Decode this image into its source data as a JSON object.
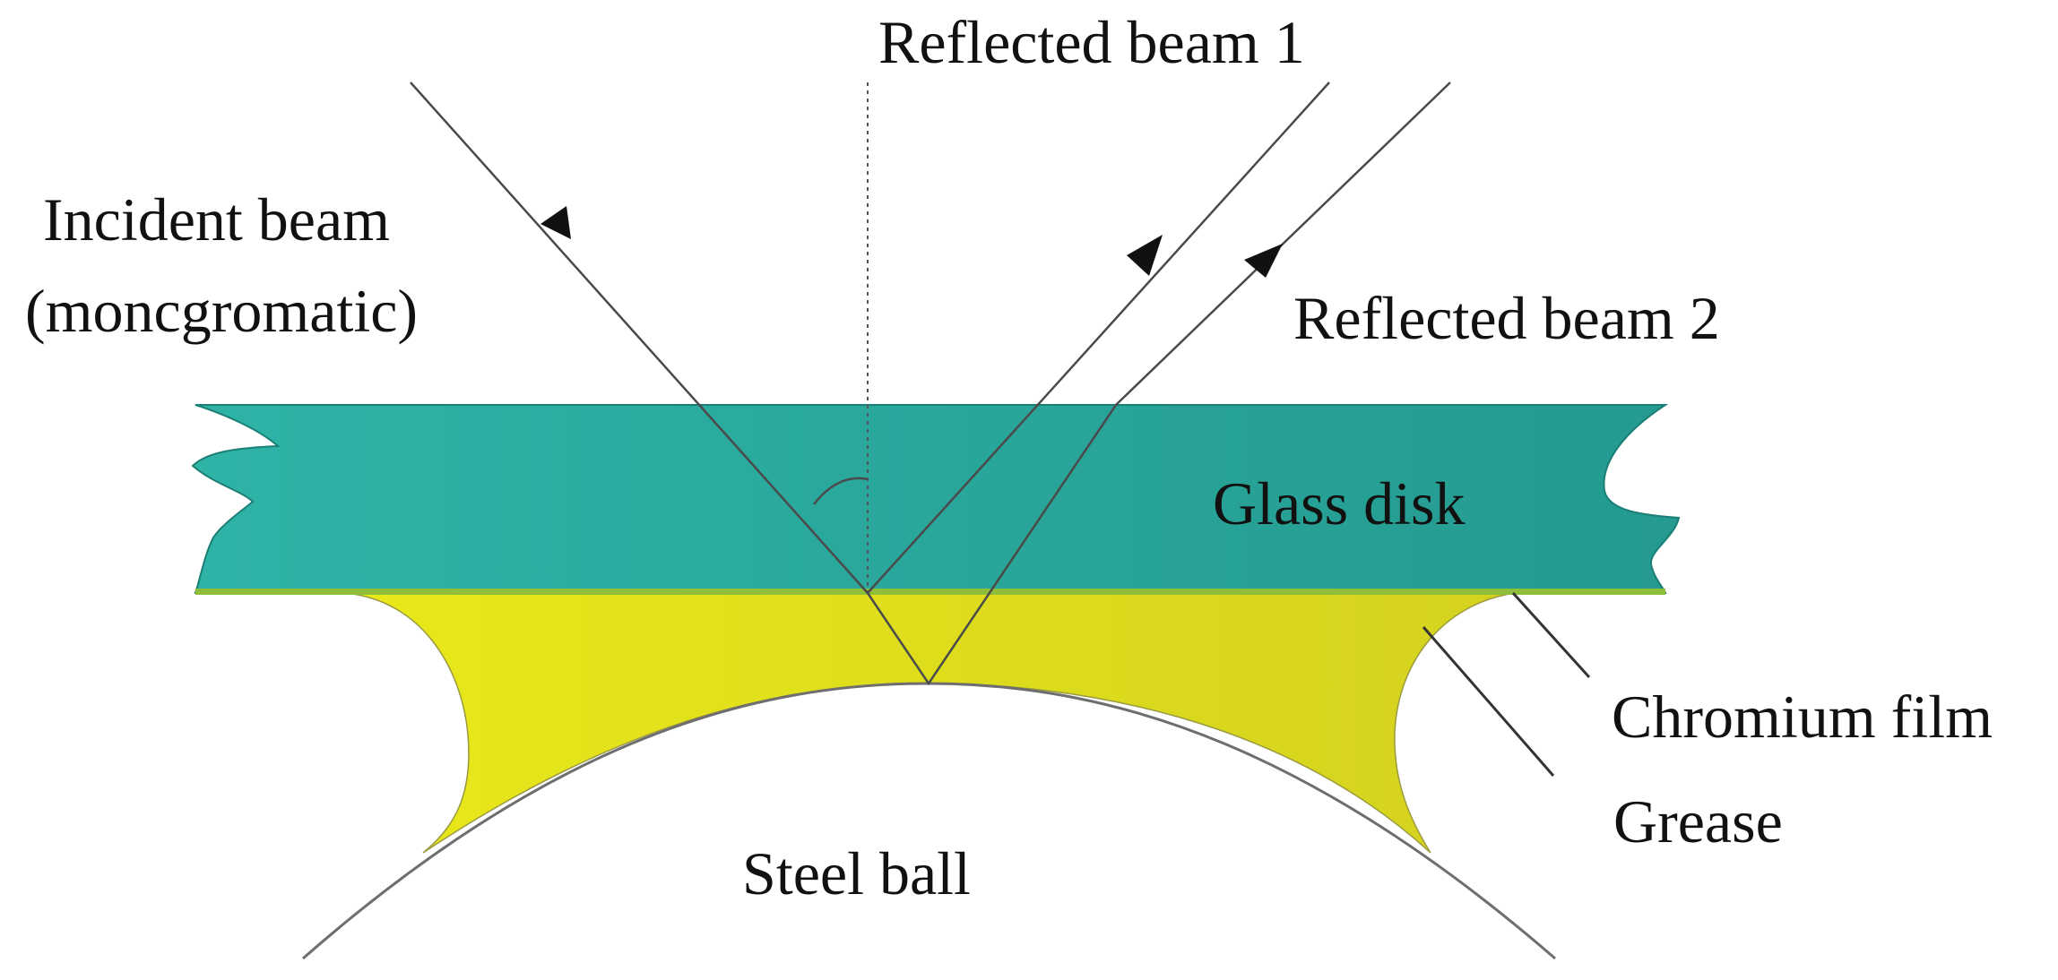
{
  "labels": {
    "incident_beam_line1": "Incident beam",
    "incident_beam_line2": "(moncgromatic)",
    "reflected_beam_1": "Reflected beam 1",
    "reflected_beam_2": "Reflected beam 2",
    "glass_disk": "Glass disk",
    "chromium_film": "Chromium film",
    "grease": "Grease",
    "steel_ball": "Steel ball"
  },
  "colors": {
    "glass_disk": "#2aa89c",
    "chromium_film": "#8fbf3a",
    "grease": "#e2e01e",
    "steel_ball_outline": "#6e6e6e",
    "beam": "#4a4a4a"
  }
}
